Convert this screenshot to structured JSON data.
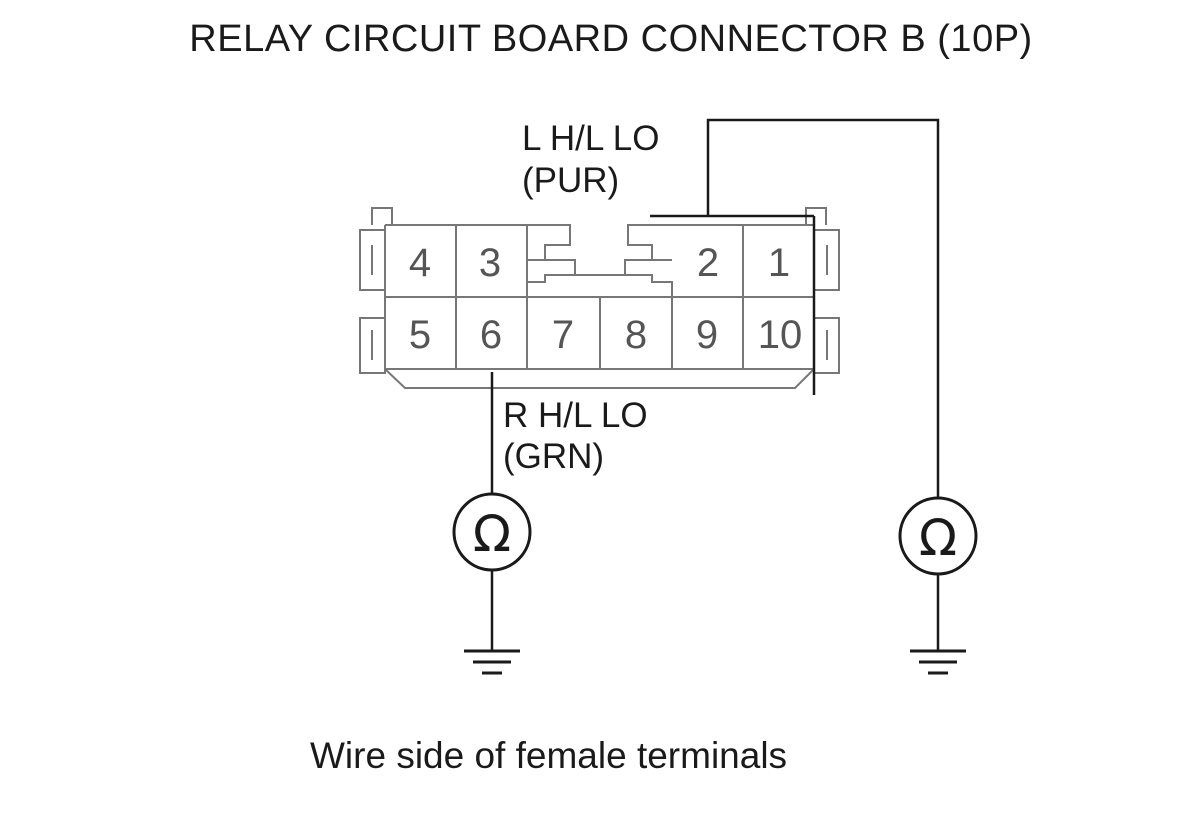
{
  "diagram": {
    "title": "RELAY CIRCUIT BOARD CONNECTOR B (10P)",
    "caption": "Wire side of female terminals",
    "connector": {
      "top_row": [
        "4",
        "3",
        "2",
        "1"
      ],
      "bottom_row": [
        "5",
        "6",
        "7",
        "8",
        "9",
        "10"
      ]
    },
    "probes": [
      {
        "terminal": "2",
        "name_label": "L H/L LO",
        "color_label": "(PUR)",
        "meter_symbol": "Ω",
        "meter_icon": "ohmmeter-icon",
        "ground_icon": "ground-icon"
      },
      {
        "terminal": "6",
        "name_label": "R H/L LO",
        "color_label": "(GRN)",
        "meter_symbol": "Ω",
        "meter_icon": "ohmmeter-icon",
        "ground_icon": "ground-icon"
      }
    ],
    "colors": {
      "line": "#1a1a1a",
      "connector_stroke": "#777777",
      "pin_text": "#555555"
    }
  }
}
